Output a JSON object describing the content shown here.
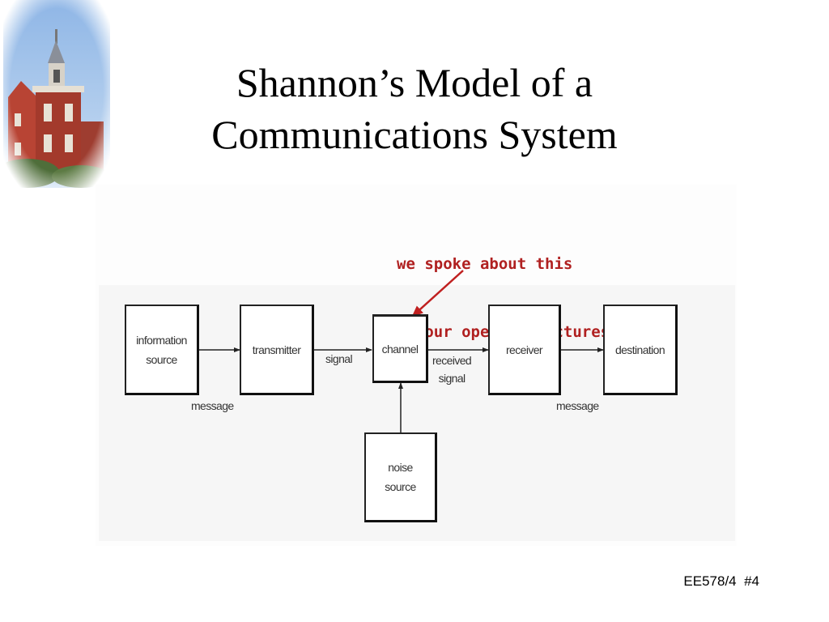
{
  "slide": {
    "title_lines": [
      "Shannon’s Model of a",
      "Communications System"
    ],
    "footer": "EE578/4  #4"
  },
  "annotation": {
    "lines": [
      "we spoke about this",
      "in our opening lectures"
    ],
    "color": "#b02020"
  },
  "diagram": {
    "blocks": {
      "information_source": [
        "information",
        "source"
      ],
      "transmitter": [
        "transmitter"
      ],
      "channel": [
        "channel"
      ],
      "receiver": [
        "receiver"
      ],
      "destination": [
        "destination"
      ],
      "noise_source": [
        "noise",
        "source"
      ]
    },
    "labels": {
      "signal": "signal",
      "received_signal": [
        "received",
        "signal"
      ],
      "message_left": "message",
      "message_right": "message"
    }
  },
  "decor": {
    "photo_icon": "building-tower-photo"
  }
}
